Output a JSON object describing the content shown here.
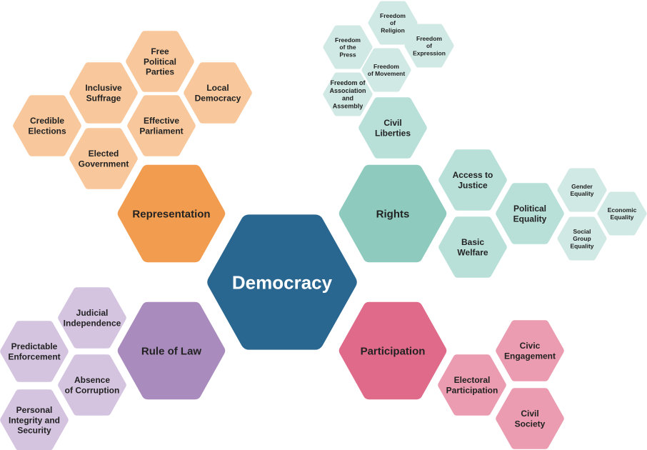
{
  "title": "Democracy",
  "colors": {
    "center": "#296791",
    "representation": "#f29c4f",
    "representation_light": "#f8c89c",
    "rights": "#8ecbbe",
    "rights_light": "#b8e0d8",
    "rights_lighter": "#d0e9e4",
    "rule_of_law": "#a98bbd",
    "rule_of_law_light": "#d4c4e0",
    "participation": "#e06a89",
    "participation_light": "#eb9cb0"
  },
  "nodes": [
    {
      "id": "democracy",
      "lines": [
        "Democracy"
      ],
      "color": "center",
      "text_color": "#ffffff"
    },
    {
      "id": "representation",
      "lines": [
        "Representation"
      ],
      "color": "representation",
      "text_color": "#222222"
    },
    {
      "id": "rights",
      "lines": [
        "Rights"
      ],
      "color": "rights",
      "text_color": "#222222"
    },
    {
      "id": "rule-of-law",
      "lines": [
        "Rule of Law"
      ],
      "color": "rule_of_law",
      "text_color": "#222222"
    },
    {
      "id": "participation",
      "lines": [
        "Participation"
      ],
      "color": "participation",
      "text_color": "#222222"
    },
    {
      "id": "credible-elections",
      "lines": [
        "Credible",
        "Elections"
      ],
      "color": "representation_light",
      "text_color": "#222222"
    },
    {
      "id": "inclusive-suffrage",
      "lines": [
        "Inclusive",
        "Suffrage"
      ],
      "color": "representation_light",
      "text_color": "#222222"
    },
    {
      "id": "free-political-parties",
      "lines": [
        "Free",
        "Political",
        "Parties"
      ],
      "color": "representation_light",
      "text_color": "#222222"
    },
    {
      "id": "local-democracy",
      "lines": [
        "Local",
        "Democracy"
      ],
      "color": "representation_light",
      "text_color": "#222222"
    },
    {
      "id": "effective-parliament",
      "lines": [
        "Effective",
        "Parliament"
      ],
      "color": "representation_light",
      "text_color": "#222222"
    },
    {
      "id": "elected-government",
      "lines": [
        "Elected",
        "Government"
      ],
      "color": "representation_light",
      "text_color": "#222222"
    },
    {
      "id": "civil-liberties",
      "lines": [
        "Civil",
        "Liberties"
      ],
      "color": "rights_light",
      "text_color": "#222222"
    },
    {
      "id": "access-to-justice",
      "lines": [
        "Access to",
        "Justice"
      ],
      "color": "rights_light",
      "text_color": "#222222"
    },
    {
      "id": "basic-welfare",
      "lines": [
        "Basic",
        "Welfare"
      ],
      "color": "rights_light",
      "text_color": "#222222"
    },
    {
      "id": "political-equality",
      "lines": [
        "Political",
        "Equality"
      ],
      "color": "rights_light",
      "text_color": "#222222"
    },
    {
      "id": "gender-equality",
      "lines": [
        "Gender",
        "Equality"
      ],
      "color": "rights_lighter",
      "text_color": "#222222"
    },
    {
      "id": "economic-equality",
      "lines": [
        "Economic",
        "Equality"
      ],
      "color": "rights_lighter",
      "text_color": "#222222"
    },
    {
      "id": "social-group-equality",
      "lines": [
        "Social",
        "Group",
        "Equality"
      ],
      "color": "rights_lighter",
      "text_color": "#222222"
    },
    {
      "id": "freedom-of-religion",
      "lines": [
        "Freedom",
        "of",
        "Religion"
      ],
      "color": "rights_lighter",
      "text_color": "#222222"
    },
    {
      "id": "freedom-of-the-press",
      "lines": [
        "Freedom",
        "of the",
        "Press"
      ],
      "color": "rights_lighter",
      "text_color": "#222222"
    },
    {
      "id": "freedom-of-expression",
      "lines": [
        "Freedom",
        "of",
        "Expression"
      ],
      "color": "rights_lighter",
      "text_color": "#222222"
    },
    {
      "id": "freedom-of-movement",
      "lines": [
        "Freedom",
        "of Movement"
      ],
      "color": "rights_lighter",
      "text_color": "#222222"
    },
    {
      "id": "freedom-of-association",
      "lines": [
        "Freedom of",
        "Association",
        "and",
        "Assembly"
      ],
      "color": "rights_lighter",
      "text_color": "#222222"
    },
    {
      "id": "judicial-independence",
      "lines": [
        "Judicial",
        "Independence"
      ],
      "color": "rule_of_law_light",
      "text_color": "#222222"
    },
    {
      "id": "predictable-enforcement",
      "lines": [
        "Predictable",
        "Enforcement"
      ],
      "color": "rule_of_law_light",
      "text_color": "#222222"
    },
    {
      "id": "absence-of-corruption",
      "lines": [
        "Absence",
        "of Corruption"
      ],
      "color": "rule_of_law_light",
      "text_color": "#222222"
    },
    {
      "id": "personal-integrity",
      "lines": [
        "Personal",
        "Integrity and",
        "Security"
      ],
      "color": "rule_of_law_light",
      "text_color": "#222222"
    },
    {
      "id": "civic-engagement",
      "lines": [
        "Civic",
        "Engagement"
      ],
      "color": "participation_light",
      "text_color": "#222222"
    },
    {
      "id": "electoral-participation",
      "lines": [
        "Electoral",
        "Participation"
      ],
      "color": "participation_light",
      "text_color": "#222222"
    },
    {
      "id": "civil-society",
      "lines": [
        "Civil",
        "Society"
      ],
      "color": "participation_light",
      "text_color": "#222222"
    }
  ]
}
